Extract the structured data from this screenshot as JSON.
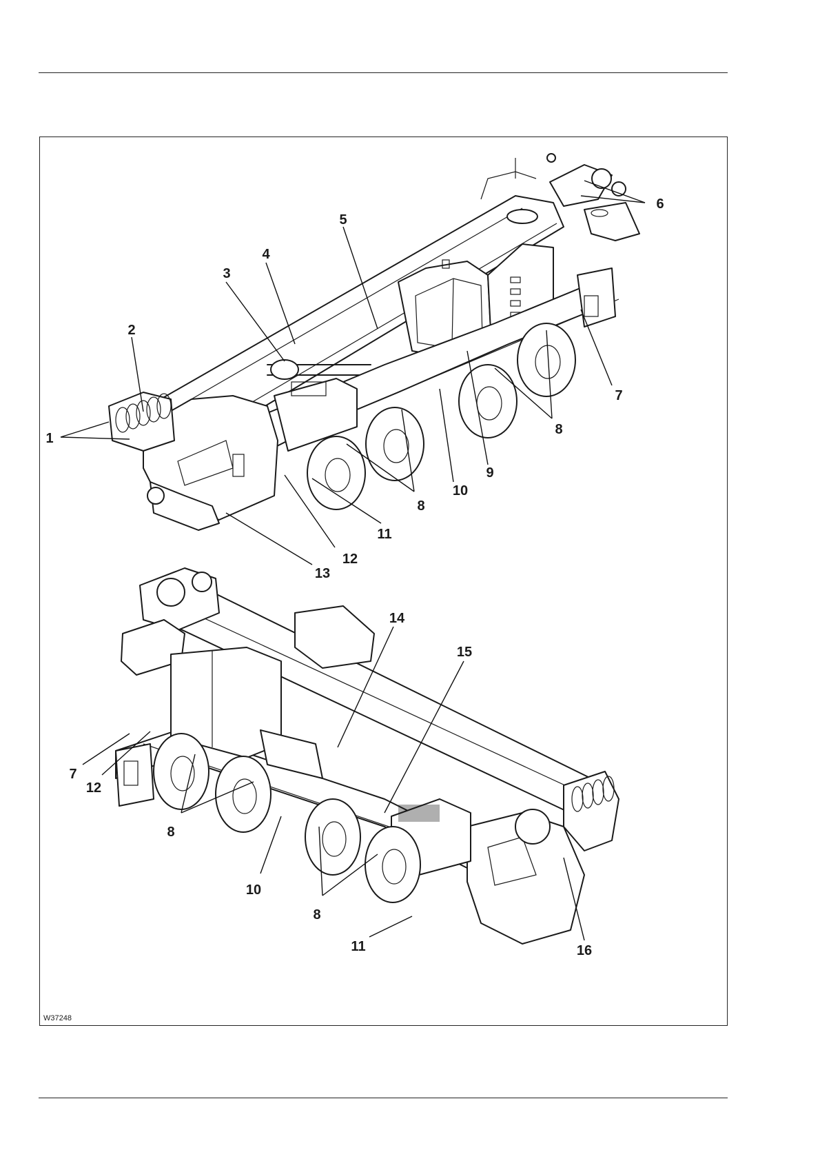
{
  "figure": {
    "id": "W37248",
    "callouts": [
      "1",
      "2",
      "3",
      "4",
      "5",
      "6",
      "7",
      "8",
      "8",
      "9",
      "10",
      "11",
      "12",
      "13",
      "7",
      "12",
      "8",
      "10",
      "8",
      "11",
      "14",
      "15",
      "16"
    ]
  }
}
